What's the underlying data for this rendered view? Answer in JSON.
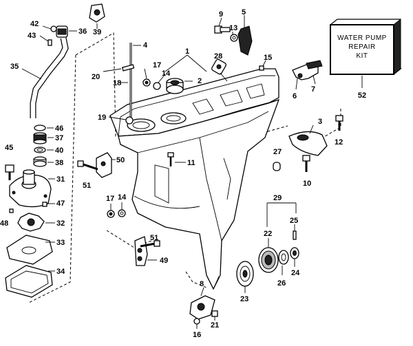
{
  "kit_box": {
    "line1": "WATER PUMP",
    "line2": "REPAIR",
    "line3": "KIT",
    "ref": "52"
  },
  "callouts": {
    "c1": "1",
    "c2": "2",
    "c3": "3",
    "c4": "4",
    "c5": "5",
    "c6": "6",
    "c7": "7",
    "c8": "8",
    "c9": "9",
    "c10": "10",
    "c11": "11",
    "c12": "12",
    "c13": "13",
    "c14a": "14",
    "c14b": "14",
    "c15": "15",
    "c16": "16",
    "c17a": "17",
    "c17b": "17",
    "c18": "18",
    "c19": "19",
    "c20": "20",
    "c21": "21",
    "c22": "22",
    "c23": "23",
    "c24": "24",
    "c25": "25",
    "c26": "26",
    "c27": "27",
    "c28": "28",
    "c29": "29",
    "c31": "31",
    "c32": "32",
    "c33": "33",
    "c34": "34",
    "c35": "35",
    "c36": "36",
    "c37": "37",
    "c38": "38",
    "c39": "39",
    "c40": "40",
    "c42": "42",
    "c43": "43",
    "c45": "45",
    "c46": "46",
    "c47": "47",
    "c48": "48",
    "c49": "49",
    "c50": "50",
    "c51a": "51",
    "c51b": "51"
  }
}
